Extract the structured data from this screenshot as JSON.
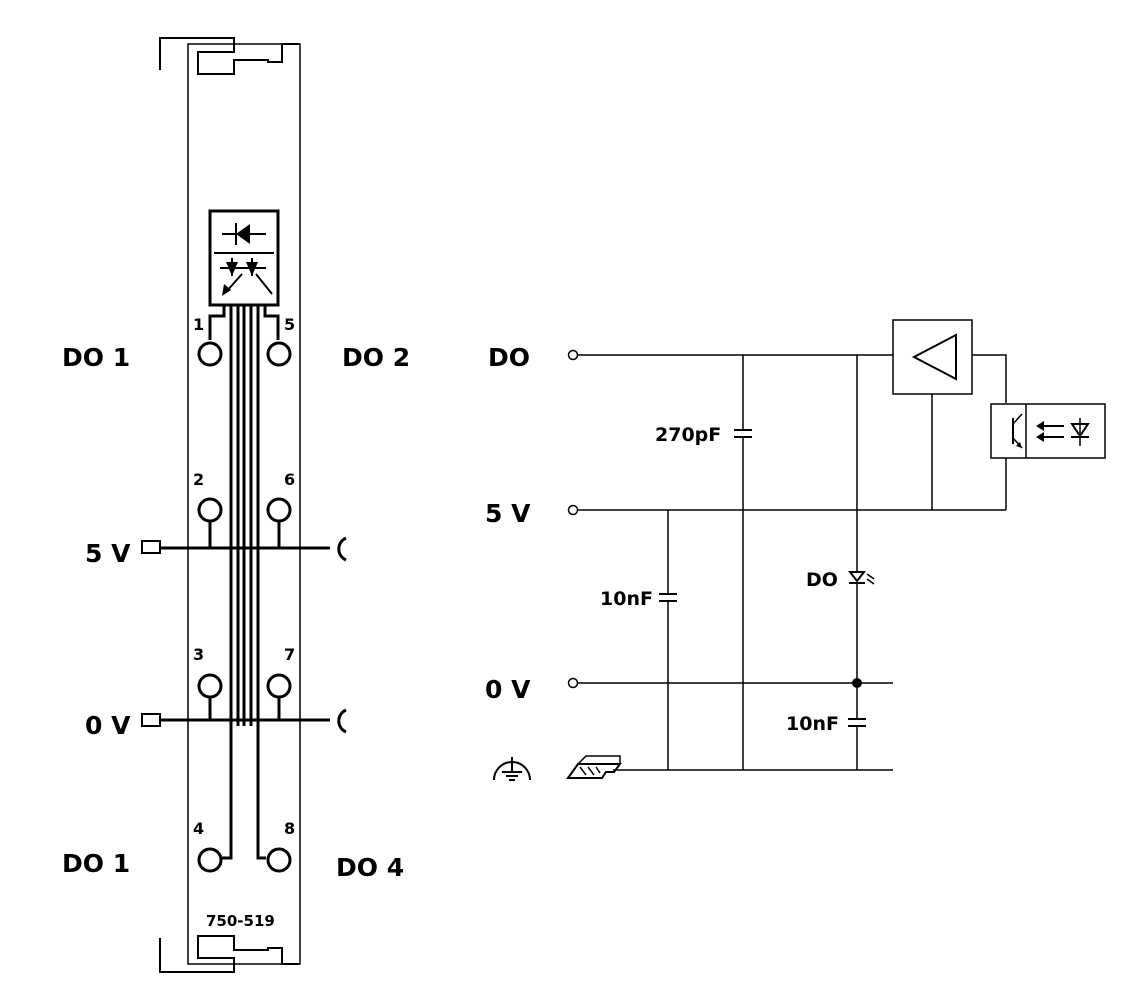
{
  "module": {
    "model_number": "750-519",
    "pin_numbers": [
      "1",
      "2",
      "3",
      "4",
      "5",
      "6",
      "7",
      "8"
    ],
    "labels": {
      "do1_top": "DO 1",
      "do2": "DO 2",
      "v5": "5 V",
      "v0": "0 V",
      "do1_bottom": "DO 1",
      "do4": "DO 4"
    }
  },
  "schematic": {
    "labels": {
      "do": "DO",
      "v5": "5 V",
      "v0": "0 V",
      "led": "DO"
    },
    "components": {
      "cap_270pf": "270pF",
      "cap_10nf_a": "10nF",
      "cap_10nf_b": "10nF"
    },
    "icons": [
      "ground-icon",
      "din-rail-icon",
      "led-icon",
      "optocoupler-icon",
      "buffer-icon"
    ]
  }
}
